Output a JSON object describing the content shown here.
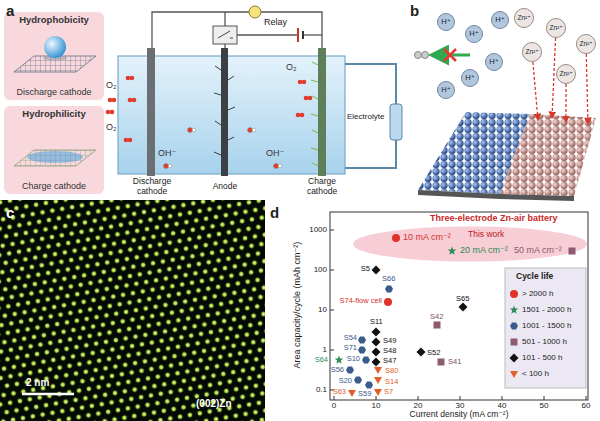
{
  "diagram": {
    "nodes": [
      {
        "text": [
          "Hydrophobicity",
          "Discharge cathode"
        ]
      },
      {
        "text": [
          "Hydrophilicity",
          "Charge cathode"
        ]
      },
      {
        "text": [
          "H⁺"
        ]
      },
      {
        "text": [
          "H⁺"
        ]
      },
      {
        "text": [
          "H⁺"
        ]
      },
      {
        "text": [
          "H⁺"
        ]
      },
      {
        "text": [
          "H⁺"
        ]
      },
      {
        "text": [
          "H⁺"
        ]
      },
      {
        "text": [
          "Zn²⁺"
        ]
      },
      {
        "text": [
          "Zn²⁺"
        ]
      },
      {
        "text": [
          "Zn²⁺"
        ]
      },
      {
        "text": [
          "Zn²⁺"
        ]
      },
      {
        "text": [
          "Zn²⁺"
        ]
      },
      {
        "text": [
          "10 mA cm⁻²",
          "This work",
          "20 mA cm⁻²",
          "50 mA cm⁻²"
        ]
      }
    ],
    "labels": [
      "a",
      "Relay",
      "O₂",
      "O₂",
      "O₂",
      "OH⁻",
      "OH⁻",
      "Discharge cathode",
      "Anode",
      "Charge cathode",
      "Electrolyte",
      "b",
      "c",
      "2 nm",
      "(002)Zn",
      "d",
      "Three-electrode Zn-air battery",
      "1000",
      "100",
      "10",
      "1",
      "0.1",
      "0",
      "10",
      "20",
      "30",
      "40",
      "50",
      "60",
      "Area capacity/cycle (mAh cm⁻²)",
      "Current density (mA cm⁻²)",
      "Cycle life",
      "S5",
      "S66",
      "S74-flow cell",
      "S42",
      "S65",
      "S11",
      "S49",
      "S54",
      "S71",
      "S48",
      "S10",
      "S47",
      "S52",
      "S41",
      "S64",
      "S56",
      "S20",
      "S80",
      "S14",
      "S63",
      "S59",
      "S7"
    ],
    "legend": [
      {
        "text": "> 2000 h",
        "color": "#e0322b"
      },
      {
        "text": "1501 - 2000 h",
        "color": "#2e8b57"
      },
      {
        "text": "1001 - 1500 h",
        "color": "#3b5b8c"
      },
      {
        "text": "501 - 1000 h",
        "color": "#8e5a6e"
      },
      {
        "text": "101 - 500 h",
        "color": "#111111"
      },
      {
        "text": "< 100 h",
        "color": "#e0602a"
      }
    ]
  }
}
